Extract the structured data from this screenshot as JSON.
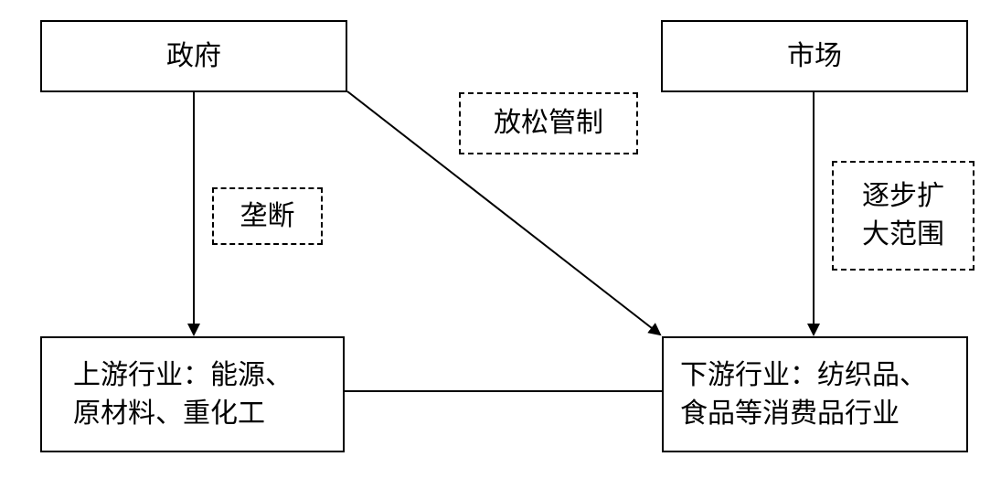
{
  "nodes": {
    "government": "政府",
    "market": "市场",
    "upstream": {
      "line1": "上游行业：能源、",
      "line2": "原材料、重化工"
    },
    "downstream": {
      "line1": "下游行业：纺织品、",
      "line2": "食品等消费品行业"
    }
  },
  "edge_labels": {
    "monopoly": "垄断",
    "deregulation": "放松管制",
    "market_expand": {
      "line1": "逐步扩",
      "line2": "大范围"
    }
  }
}
